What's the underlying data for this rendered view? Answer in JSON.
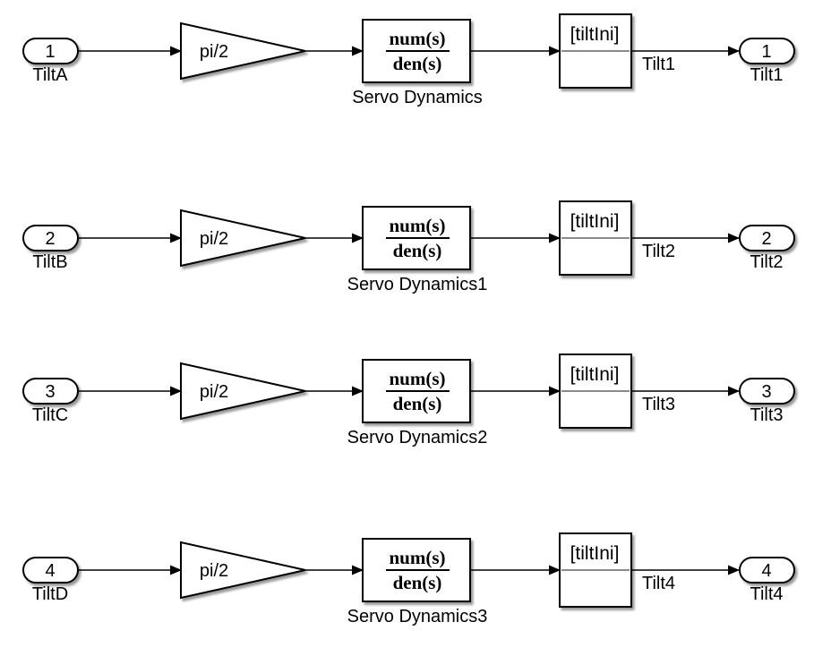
{
  "diagram": {
    "type": "simulink-block-diagram",
    "colors": {
      "background": "#ffffff",
      "block_fill": "#ffffff",
      "block_border": "#000000",
      "wire": "#000000",
      "ic_divider": "#8a8a8a",
      "shadow": "rgba(0,0,0,0.4)"
    }
  },
  "rows": [
    {
      "inport": {
        "number": "1",
        "label": "TiltA"
      },
      "gain": {
        "value": "pi/2"
      },
      "transfer_fcn": {
        "numerator": "num(s)",
        "denominator": "den(s)",
        "label": "Servo Dynamics"
      },
      "ic_block": {
        "tag": "[tiltIni]"
      },
      "signal_label": "Tilt1",
      "outport": {
        "number": "1",
        "label": "Tilt1"
      }
    },
    {
      "inport": {
        "number": "2",
        "label": "TiltB"
      },
      "gain": {
        "value": "pi/2"
      },
      "transfer_fcn": {
        "numerator": "num(s)",
        "denominator": "den(s)",
        "label": "Servo Dynamics1"
      },
      "ic_block": {
        "tag": "[tiltIni]"
      },
      "signal_label": "Tilt2",
      "outport": {
        "number": "2",
        "label": "Tilt2"
      }
    },
    {
      "inport": {
        "number": "3",
        "label": "TiltC"
      },
      "gain": {
        "value": "pi/2"
      },
      "transfer_fcn": {
        "numerator": "num(s)",
        "denominator": "den(s)",
        "label": "Servo Dynamics2"
      },
      "ic_block": {
        "tag": "[tiltIni]"
      },
      "signal_label": "Tilt3",
      "outport": {
        "number": "3",
        "label": "Tilt3"
      }
    },
    {
      "inport": {
        "number": "4",
        "label": "TiltD"
      },
      "gain": {
        "value": "pi/2"
      },
      "transfer_fcn": {
        "numerator": "num(s)",
        "denominator": "den(s)",
        "label": "Servo Dynamics3"
      },
      "ic_block": {
        "tag": "[tiltIni]"
      },
      "signal_label": "Tilt4",
      "outport": {
        "number": "4",
        "label": "Tilt4"
      }
    }
  ]
}
